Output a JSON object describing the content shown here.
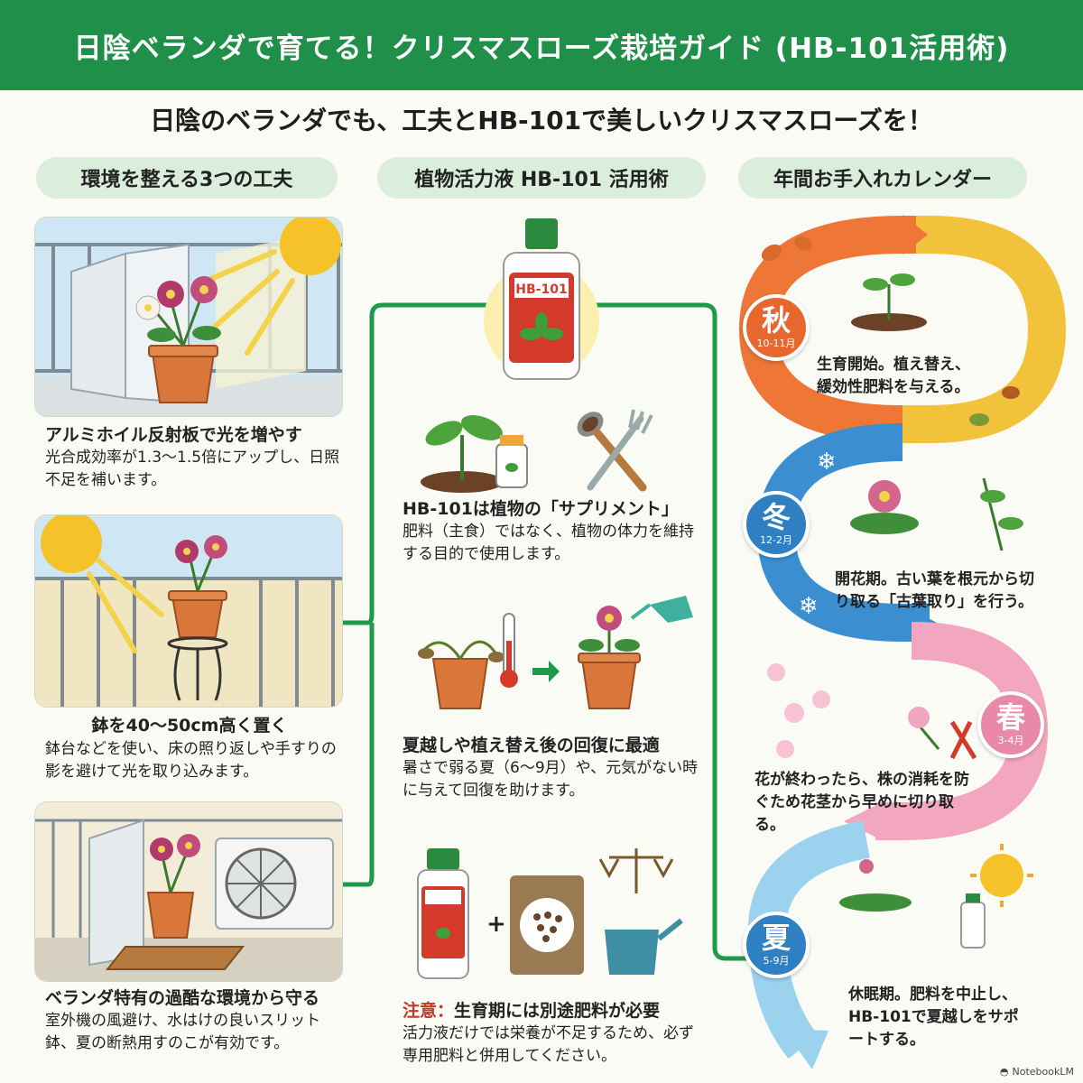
{
  "header": {
    "title": "日陰ベランダで育てる！クリスマスローズ栽培ガイド (HB-101活用術)"
  },
  "subtitle": "日陰のベランダでも、工夫とHB-101で美しいクリスマスローズを！",
  "columns": [
    {
      "title": "環境を整える3つの工夫"
    },
    {
      "title": "植物活力液 HB-101 活用術"
    },
    {
      "title": "年間お手入れカレンダー"
    }
  ],
  "tips": [
    {
      "heading": "アルミホイル反射板で光を増やす",
      "body": "光合成効率が1.3〜1.5倍にアップし、日照不足を補います。"
    },
    {
      "heading": "鉢を40〜50cm高く置く",
      "body": "鉢台などを使い、床の照り返しや手すりの影を避けて光を取り込みます。"
    },
    {
      "heading": "ベランダ特有の過酷な環境から守る",
      "body": "室外機の風避け、水はけの良いスリット鉢、夏の断熱用すのこが有効です。"
    }
  ],
  "hb101": {
    "bottle_label": "HB-101",
    "items": [
      {
        "heading": "HB-101は植物の「サプリメント」",
        "body": "肥料（主食）ではなく、植物の体力を維持する目的で使用します。"
      },
      {
        "heading": "夏越しや植え替え後の回復に最適",
        "body": "暑さで弱る夏（6〜9月）や、元気がない時に与えて回復を助けます。"
      },
      {
        "heading_prefix": "注意：",
        "heading": "生育期には別途肥料が必要",
        "body": "活力液だけでは栄養が不足するため、必ず専用肥料と併用してください。"
      }
    ],
    "plus_sign": "+"
  },
  "calendar": [
    {
      "season": "秋",
      "months": "10-11月",
      "text": "生育開始。植え替え、緩効性肥料を与える。",
      "color": "#e8672e"
    },
    {
      "season": "冬",
      "months": "12-2月",
      "text": "開花期。古い葉を根元から切り取る「古葉取り」を行う。",
      "color": "#2f7fc3"
    },
    {
      "season": "春",
      "months": "3-4月",
      "text": "花が終わったら、株の消耗を防ぐため花茎から早めに切り取る。",
      "color": "#e889aa"
    },
    {
      "season": "夏",
      "months": "5-9月",
      "text": "休眠期。肥料を中止し、HB-101で夏越しをサポートする。",
      "color": "#2f7fc3"
    }
  ],
  "footer": {
    "brand": "NotebookLM"
  },
  "colors": {
    "header_green": "#1f8f49",
    "pill_bg": "#dbeedc",
    "connector_green": "#1f9a4a",
    "warning_red": "#c0392b"
  }
}
